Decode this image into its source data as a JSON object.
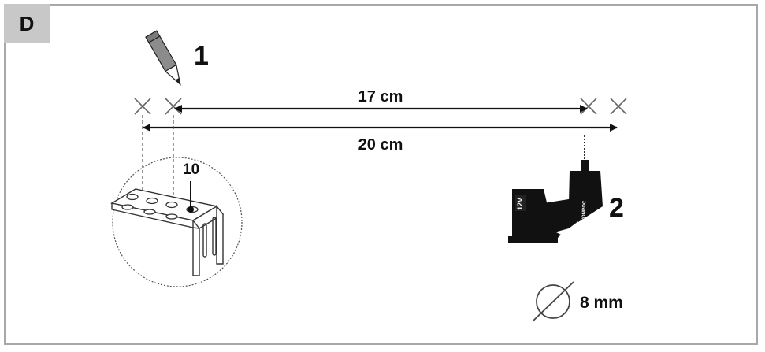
{
  "panel_label": "D",
  "steps": [
    {
      "number": "1",
      "icon": "pencil-icon"
    },
    {
      "number": "2",
      "icon": "drill-icon"
    }
  ],
  "dimensions": {
    "inner_distance": "17 cm",
    "outer_distance": "20 cm",
    "drill_diameter": "8 mm"
  },
  "callout_part_number": "10",
  "drill_brand_text": "VONROC",
  "drill_battery_text": "12V",
  "colors": {
    "frame": "#a8a8a8",
    "badge": "#c8c8c8",
    "ink": "#111111"
  }
}
